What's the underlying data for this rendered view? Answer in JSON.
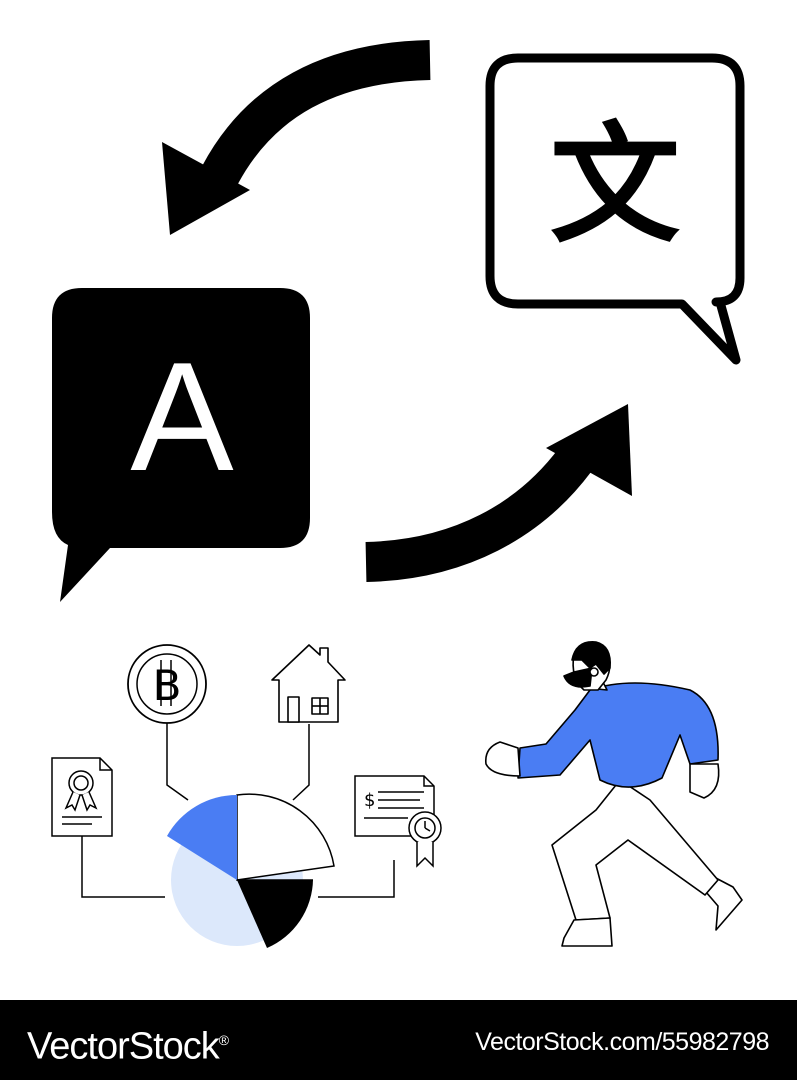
{
  "illustration": {
    "latin_letter": "A",
    "cjk_character": "文",
    "accent_color": "#4a7df3",
    "light_accent_color": "#dce8fb",
    "icons": [
      "bitcoin-icon",
      "house-icon",
      "certificate-icon",
      "invoice-icon",
      "pie-chart",
      "running-person"
    ]
  },
  "footer": {
    "brand": "VectorStock",
    "registered_mark": "®",
    "stock_id": "VectorStock.com/55982798"
  }
}
